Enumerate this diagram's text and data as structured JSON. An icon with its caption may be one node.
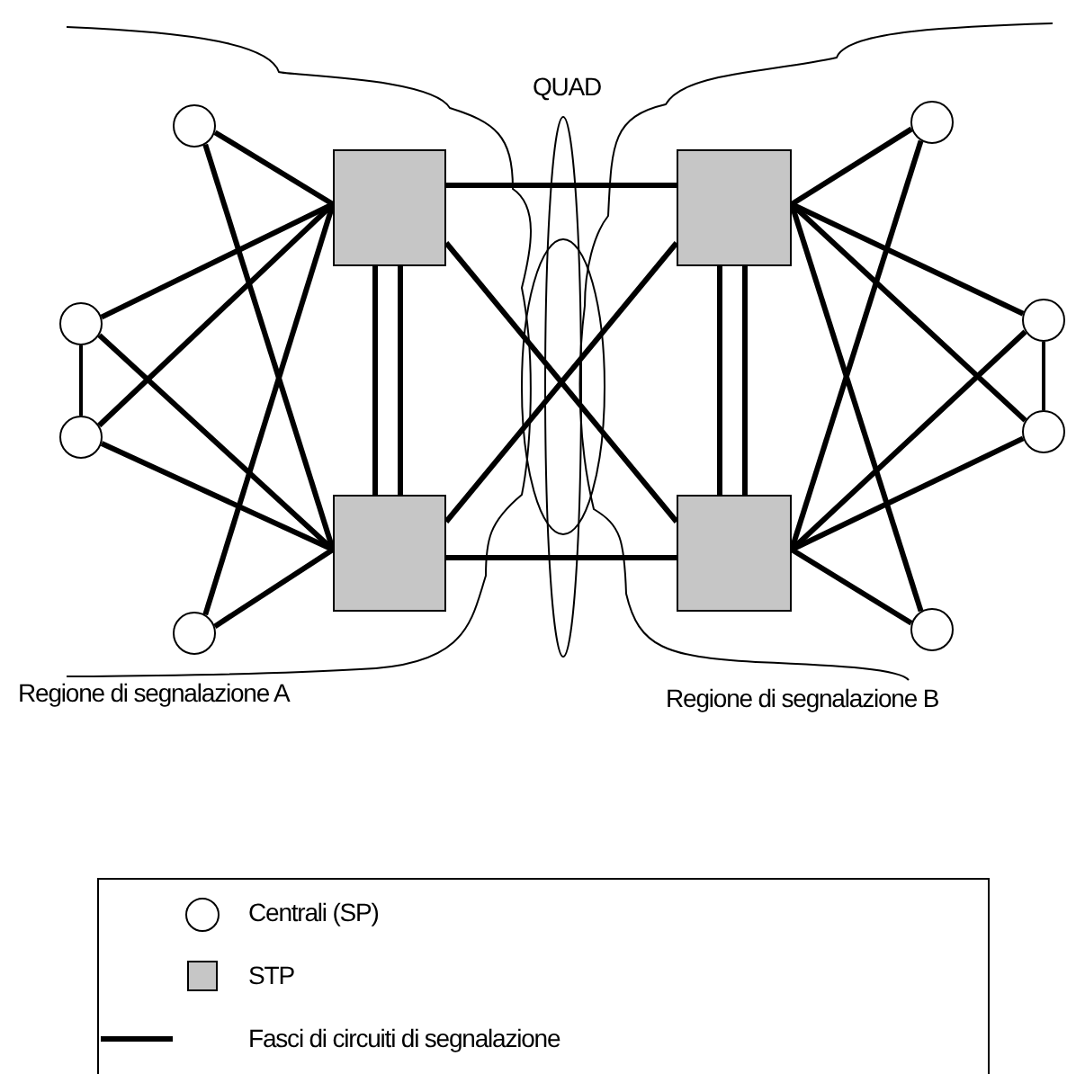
{
  "diagram": {
    "nodes": [
      {
        "text": [],
        "shape": "circle"
      },
      {
        "text": [],
        "shape": "circle"
      },
      {
        "text": [],
        "shape": "circle"
      },
      {
        "text": [],
        "shape": "circle"
      },
      {
        "text": [],
        "shape": "box"
      },
      {
        "text": [],
        "shape": "box"
      },
      {
        "text": [],
        "shape": "box"
      },
      {
        "text": [],
        "shape": "box"
      },
      {
        "text": [],
        "shape": "circle"
      },
      {
        "text": [],
        "shape": "circle"
      },
      {
        "text": [],
        "shape": "circle"
      },
      {
        "text": [],
        "shape": "circle"
      }
    ],
    "edges": [
      {
        "from": 0,
        "to": 4,
        "arrow": "none"
      },
      {
        "from": 0,
        "to": 5,
        "arrow": "none"
      },
      {
        "from": 1,
        "to": 4,
        "arrow": "none"
      },
      {
        "from": 1,
        "to": 5,
        "arrow": "none"
      },
      {
        "from": 2,
        "to": 4,
        "arrow": "none"
      },
      {
        "from": 2,
        "to": 5,
        "arrow": "none"
      },
      {
        "from": 3,
        "to": 4,
        "arrow": "none"
      },
      {
        "from": 3,
        "to": 5,
        "arrow": "none"
      },
      {
        "from": 1,
        "to": 2,
        "arrow": "none"
      },
      {
        "from": 4,
        "to": 5,
        "arrow": "none"
      },
      {
        "from": 4,
        "to": 5,
        "arrow": "none"
      },
      {
        "from": 4,
        "to": 6,
        "arrow": "none"
      },
      {
        "from": 4,
        "to": 7,
        "arrow": "none"
      },
      {
        "from": 5,
        "to": 6,
        "arrow": "none"
      },
      {
        "from": 5,
        "to": 7,
        "arrow": "none"
      },
      {
        "from": 6,
        "to": 7,
        "arrow": "none"
      },
      {
        "from": 6,
        "to": 7,
        "arrow": "none"
      },
      {
        "from": 8,
        "to": 6,
        "arrow": "none"
      },
      {
        "from": 8,
        "to": 7,
        "arrow": "none"
      },
      {
        "from": 9,
        "to": 6,
        "arrow": "none"
      },
      {
        "from": 9,
        "to": 7,
        "arrow": "none"
      },
      {
        "from": 10,
        "to": 6,
        "arrow": "none"
      },
      {
        "from": 10,
        "to": 7,
        "arrow": "none"
      },
      {
        "from": 11,
        "to": 6,
        "arrow": "none"
      },
      {
        "from": 11,
        "to": 7,
        "arrow": "none"
      },
      {
        "from": 9,
        "to": 10,
        "arrow": "none"
      }
    ],
    "labels": [
      "QUAD",
      "Regione di segnalazione A",
      "Regione di segnalazione B"
    ],
    "legend": [
      {
        "text": "Centrali (SP)"
      },
      {
        "text": "STP",
        "color": "#c6c6c6"
      },
      {
        "text": "Fasci di circuiti di segnalazione"
      }
    ]
  }
}
